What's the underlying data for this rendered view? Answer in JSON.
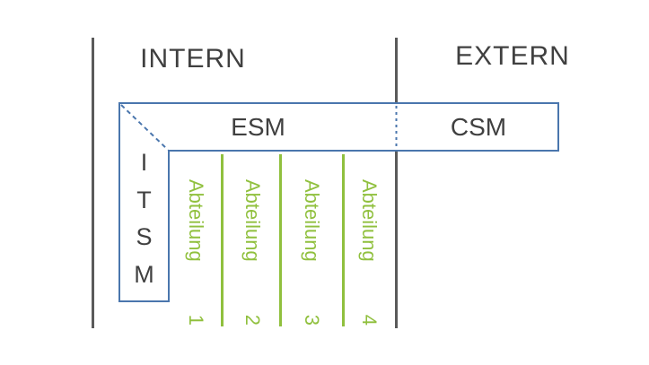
{
  "diagram": {
    "title": "ESM / CSM / ITSM organisation diagram",
    "zones": {
      "intern": "INTERN",
      "extern": "EXTERN"
    },
    "bar": {
      "esm": "ESM",
      "csm": "CSM"
    },
    "itsm": {
      "letters": [
        "I",
        "T",
        "S",
        "M"
      ]
    },
    "departments": [
      {
        "label": "Abteilung",
        "number": "1"
      },
      {
        "label": "Abteilung",
        "number": "2"
      },
      {
        "label": "Abteilung",
        "number": "3"
      },
      {
        "label": "Abteilung",
        "number": "4"
      }
    ],
    "colors": {
      "box_blue": "#4a76ad",
      "line_green": "#90c03e",
      "boundary_gray": "#5a5a5a",
      "text_gray": "#404040"
    }
  }
}
